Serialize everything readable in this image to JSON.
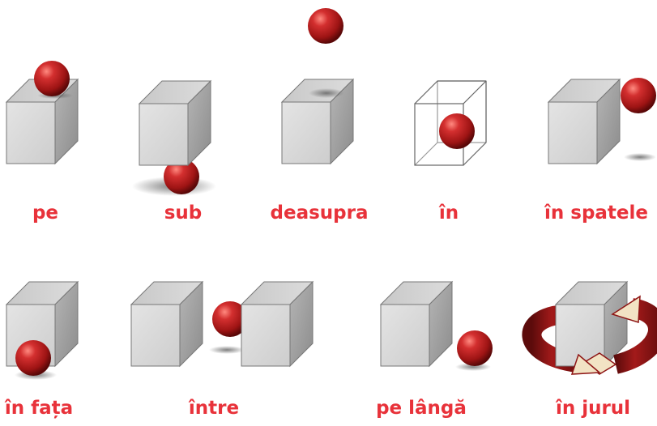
{
  "colors": {
    "label": "#e8323a",
    "ball": "#b71c1c",
    "cube_front": "#d9d9d9",
    "cube_side": "#9a9a9a",
    "cube_top": "#cfcfcf",
    "arrow": "#8e1515"
  },
  "tiles": [
    {
      "id": "pe",
      "label": "pe"
    },
    {
      "id": "sub",
      "label": "sub"
    },
    {
      "id": "deasupra",
      "label": "deasupra"
    },
    {
      "id": "in",
      "label": "în"
    },
    {
      "id": "in-spatele",
      "label": "în spatele"
    },
    {
      "id": "in-fata",
      "label": "în fața"
    },
    {
      "id": "intre",
      "label": "între"
    },
    {
      "id": "pe-langa",
      "label": "pe lângă"
    },
    {
      "id": "in-jurul",
      "label": "în jurul"
    }
  ]
}
